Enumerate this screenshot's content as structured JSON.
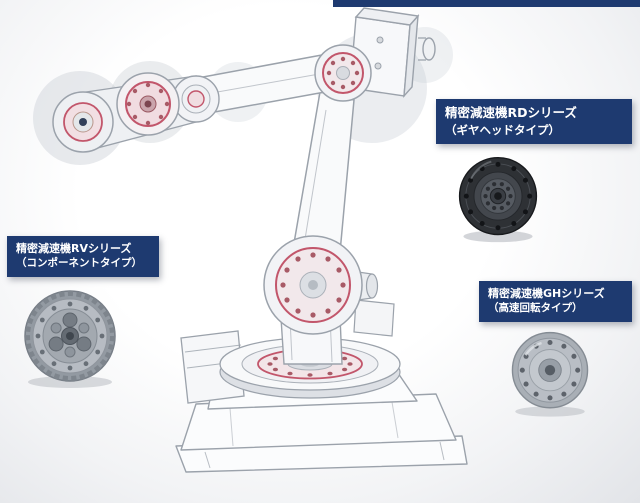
{
  "callouts": {
    "rd": {
      "title": "精密減速機RDシリーズ",
      "subtitle": "（ギヤヘッドタイプ）"
    },
    "rv": {
      "title": "精密減速機RVシリーズ",
      "subtitle": "（コンポーネントタイプ）"
    },
    "gh": {
      "title": "精密減速機GHシリーズ",
      "subtitle": "（高速回転タイプ）"
    }
  },
  "colors": {
    "callout_background": "#1e3a70",
    "callout_text": "#ffffff",
    "top_bar": "#1e3a70",
    "joint_highlight_ring": "#c2566b",
    "robot_line": "#9ba2ab",
    "canvas_background": "#f0f1f3"
  },
  "icons": {
    "rd_product": "rd-gearhead-reducer-photo",
    "rv_product": "rv-component-reducer-photo",
    "gh_product": "gh-high-speed-reducer-photo"
  }
}
